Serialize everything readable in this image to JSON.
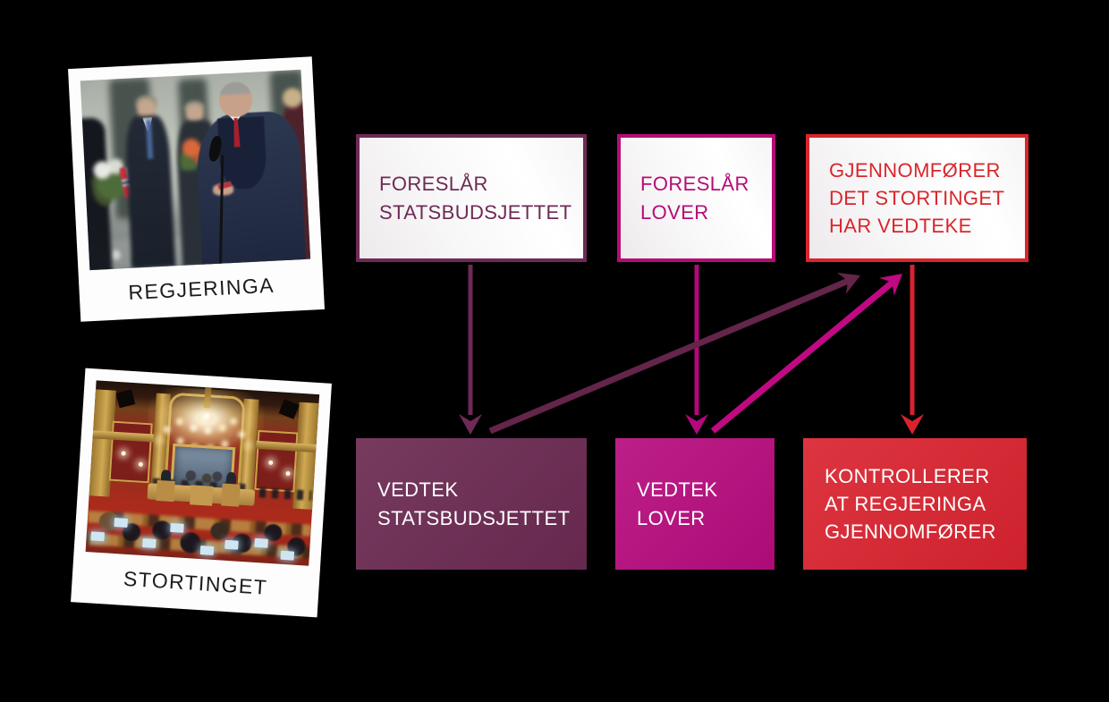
{
  "colors": {
    "background": "#000000",
    "plum": "#6E2A55",
    "plum_fill": "#6C2A52",
    "magenta": "#B50D76",
    "magenta_fill": "#B70C7E",
    "red": "#D8262B",
    "red_fill": "#DA2430",
    "arrow_plum": "#6E2A55",
    "arrow_plum_diagonal": "#63254A",
    "arrow_magenta": "#B5077C",
    "arrow_magenta_diagonal": "#C00983",
    "arrow_red": "#D8232E",
    "photo_label_text": "#1C1C1A",
    "box_background": "#FFFFFF"
  },
  "photos": {
    "regjeringa": {
      "label": "REGJERINGA"
    },
    "stortinget": {
      "label": "STORTINGET"
    }
  },
  "flow": {
    "top_row": [
      {
        "id": "foreslar-statsbudsjettet",
        "label": "FORESLÅR\nSTATSBUDSJETTET",
        "color": "#6E2A55"
      },
      {
        "id": "foreslar-lover",
        "label": "FORESLÅR\nLOVER",
        "color": "#B50D76"
      },
      {
        "id": "gjennomforer-det-stortinget-har-vedteke",
        "label": "GJENNOMFØRER\nDET STORTINGET\nHAR VEDTEKE",
        "color": "#D8262B"
      }
    ],
    "bottom_row": [
      {
        "id": "vedtek-statsbudsjettet",
        "label": "VEDTEK\nSTATSBUDSJETTET",
        "color": "#6C2A52"
      },
      {
        "id": "vedtek-lover",
        "label": "VEDTEK\nLOVER",
        "color": "#B70C7E"
      },
      {
        "id": "kontrollerer-at-regjeringa-gjennomforer",
        "label": "KONTROLLERER\nAT REGJERINGA\nGJENNOMFØRER",
        "color": "#DA2430"
      }
    ]
  },
  "arrows": [
    {
      "from": "foreslar-statsbudsjettet",
      "to": "vedtek-statsbudsjettet",
      "direction": "down",
      "color": "#6E2A55"
    },
    {
      "from": "foreslar-lover",
      "to": "vedtek-lover",
      "direction": "down",
      "color": "#B5077C"
    },
    {
      "from": "gjennomforer-det-stortinget-har-vedteke",
      "to": "kontrollerer-at-regjeringa-gjennomforer",
      "direction": "down",
      "color": "#D8232E"
    },
    {
      "from": "vedtek-statsbudsjettet",
      "to": "gjennomforer-det-stortinget-har-vedteke",
      "direction": "up-right",
      "color": "#63254A"
    },
    {
      "from": "vedtek-lover",
      "to": "gjennomforer-det-stortinget-har-vedteke",
      "direction": "up-right",
      "color": "#C00983"
    }
  ]
}
